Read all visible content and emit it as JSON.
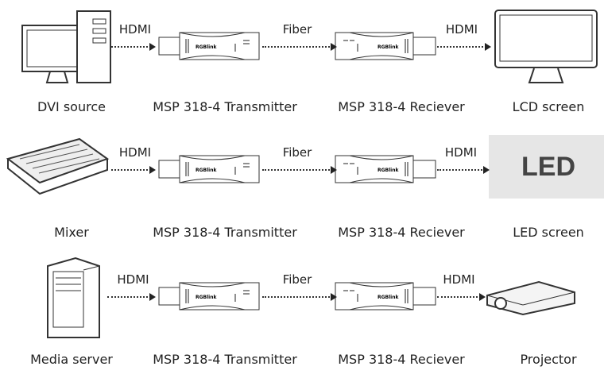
{
  "rows": [
    {
      "source": "DVI source",
      "source_icon": "computer-icon",
      "link1": "HDMI",
      "transmitter": "MSP 318-4 Transmitter",
      "link2": "Fiber",
      "receiver": "MSP 318-4 Reciever",
      "link3": "HDMI",
      "destination": "LCD screen",
      "destination_icon": "monitor-icon"
    },
    {
      "source": "Mixer",
      "source_icon": "mixer-icon",
      "link1": "HDMI",
      "transmitter": "MSP 318-4 Transmitter",
      "link2": "Fiber",
      "receiver": "MSP 318-4 Reciever",
      "link3": "HDMI",
      "destination": "LED screen",
      "destination_icon": "led-panel-icon",
      "led_text": "LED"
    },
    {
      "source": "Media server",
      "source_icon": "server-tower-icon",
      "link1": "HDMI",
      "transmitter": "MSP 318-4 Transmitter",
      "link2": "Fiber",
      "receiver": "MSP 318-4 Reciever",
      "link3": "HDMI",
      "destination": "Projector",
      "destination_icon": "projector-icon"
    }
  ],
  "device_logo": "RGBlink"
}
